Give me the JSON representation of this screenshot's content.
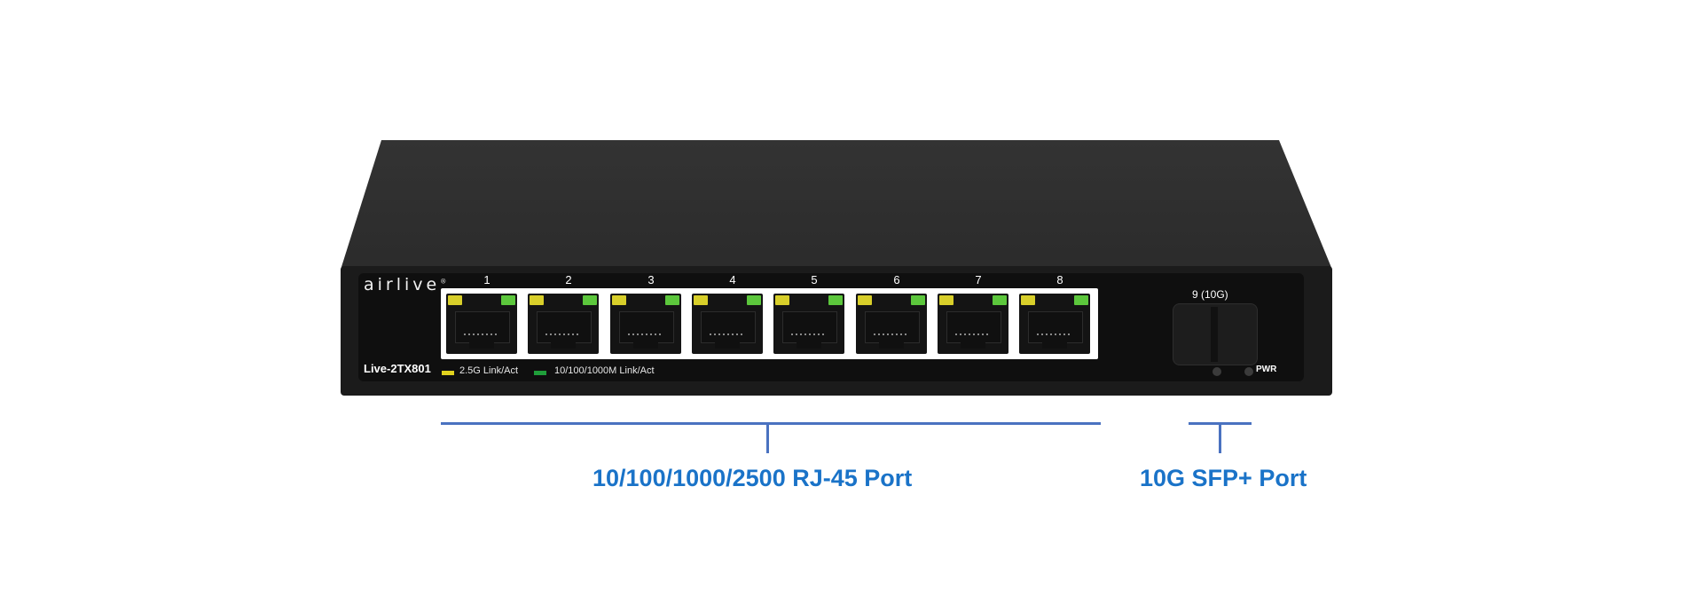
{
  "device": {
    "brand": "airlive",
    "brand_mark": "®",
    "model": "Live-2TX801",
    "legend": [
      {
        "label": "2.5G Link/Act",
        "color": "#e0d21e"
      },
      {
        "label": "10/100/1000M Link/Act",
        "color": "#1f9e3a"
      }
    ],
    "rj45_ports": [
      "1",
      "2",
      "3",
      "4",
      "5",
      "6",
      "7",
      "8"
    ],
    "sfp_port_label": "9 (10G)",
    "power_label": "PWR",
    "body_color": "#1b1b1b",
    "led_colors": {
      "yellow": "#d8cf2a",
      "green": "#5cc73c"
    }
  },
  "annotations": {
    "rj45": "10/100/1000/2500 RJ-45 Port",
    "sfp": "10G SFP+ Port",
    "color": "#1a73c8",
    "bracket_color": "#4a72c0"
  }
}
